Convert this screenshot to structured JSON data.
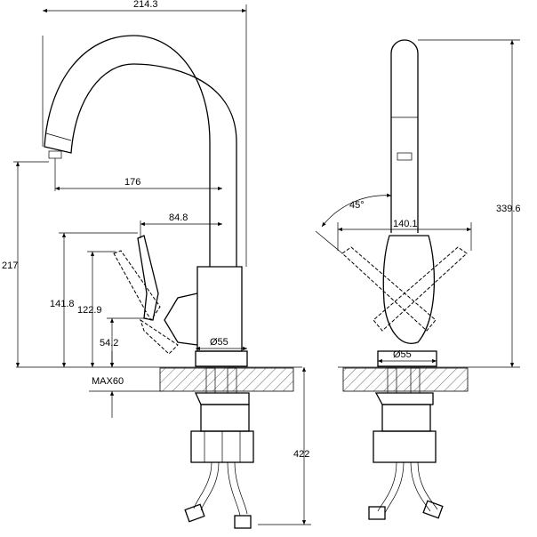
{
  "title": "Kitchen faucet dimension drawing",
  "side_view": {
    "overall_width": "214.3",
    "spout_reach": "176",
    "handle_reach": "84.8",
    "total_height": "217",
    "handle_height_max": "141.8",
    "handle_height_mid": "122.9",
    "handle_height_min": "54.2",
    "base_diameter": "Ø55",
    "max_counter_thickness": "MAX60",
    "hose_length": "422"
  },
  "front_view": {
    "handle_angle": "45°",
    "handle_span": "140.1",
    "total_height": "339.6",
    "base_diameter": "Ø55"
  }
}
